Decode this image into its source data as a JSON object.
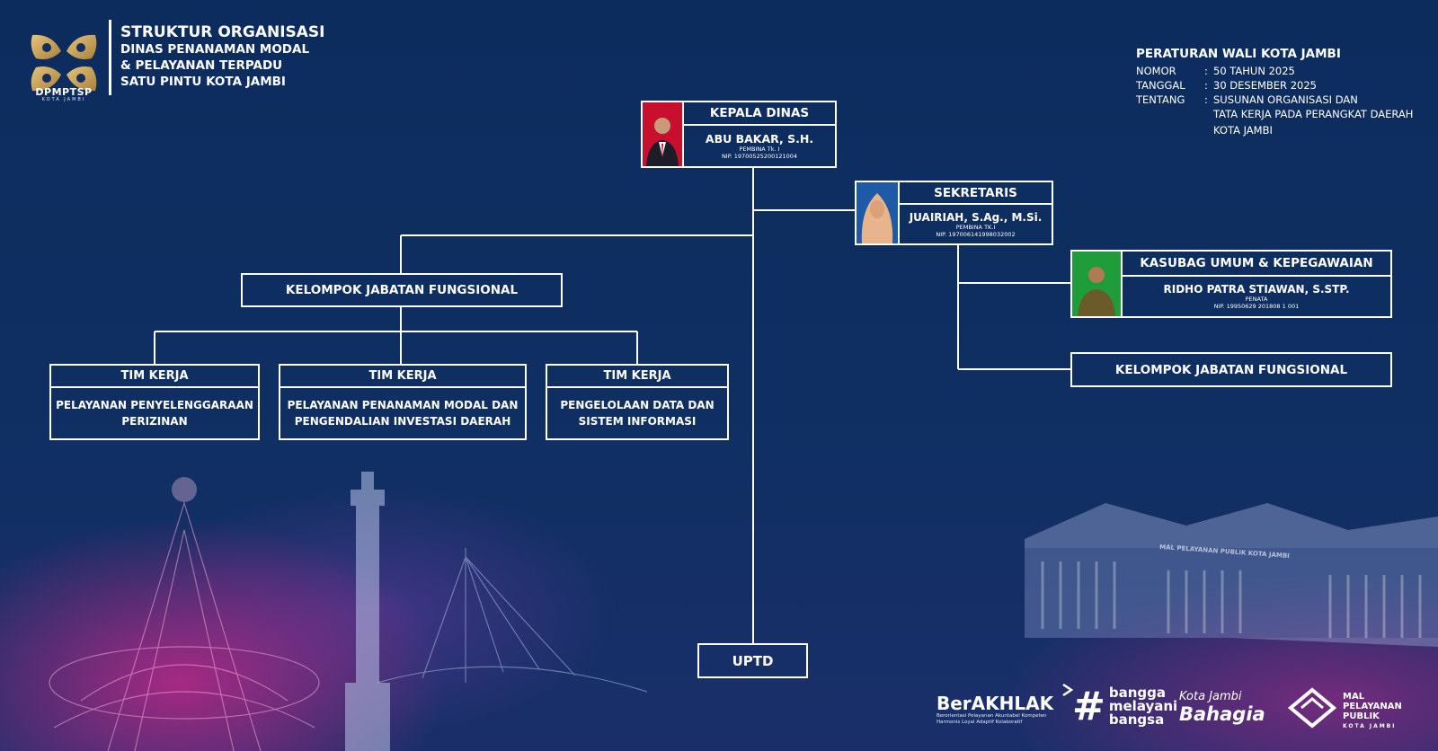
{
  "header": {
    "logo_text": "DPMPTSP",
    "logo_sub": "KOTA JAMBI",
    "title": "STRUKTUR ORGANISASI",
    "line1": "DINAS PENANAMAN MODAL",
    "line2": "& PELAYANAN TERPADU",
    "line3": "SATU PINTU KOTA JAMBI"
  },
  "regulation": {
    "title": "PERATURAN WALI KOTA JAMBI",
    "nomor_label": "NOMOR",
    "nomor": "50 TAHUN 2025",
    "tanggal_label": "TANGGAL",
    "tanggal": "30 DESEMBER 2025",
    "tentang_label": "TENTANG",
    "tentang_1": "SUSUNAN ORGANISASI DAN",
    "tentang_2": "TATA KERJA PADA PERANGKAT DAERAH",
    "tentang_3": "KOTA JAMBI",
    "separator": ":"
  },
  "kepala": {
    "title": "KEPALA DINAS",
    "name": "ABU BAKAR, S.H.",
    "rank": "PEMBINA Tk. I",
    "nip": "NIP. 19700525200121004",
    "photo_bg": "#c8102e"
  },
  "sekretaris": {
    "title": "SEKRETARIS",
    "name": "JUAIRIAH, S.Ag., M.Si.",
    "rank": "PEMBINA TK.I",
    "nip": "NIP. 197006141998032002",
    "photo_bg": "#1e5aa8"
  },
  "kasubag": {
    "title": "KASUBAG UMUM & KEPEGAWAIAN",
    "name": "RIDHO PATRA STIAWAN, S.STP.",
    "rank": "PENATA",
    "nip": "NIP. 19950629 201808 1 001",
    "photo_bg": "#1f9d3a"
  },
  "kjf_left": "KELOMPOK JABATAN FUNGSIONAL",
  "kjf_right": "KELOMPOK JABATAN FUNGSIONAL",
  "teams": [
    {
      "title": "TIM KERJA",
      "line1": "PELAYANAN PENYELENGGARAAN",
      "line2": "PERIZINAN"
    },
    {
      "title": "TIM KERJA",
      "line1": "PELAYANAN PENANAMAN MODAL DAN",
      "line2": "PENGENDALIAN INVESTASI DAERAH"
    },
    {
      "title": "TIM KERJA",
      "line1": "PENGELOLAAN DATA DAN",
      "line2": "SISTEM INFORMASI"
    }
  ],
  "uptd": "UPTD",
  "building_sign": "MAL PELAYANAN PUBLIK KOTA JAMBI",
  "footer": {
    "berakhlak": "BerAKHLAK",
    "berakhlak_sub1": "Berorientasi Pelayanan Akuntabel Kompeten",
    "berakhlak_sub2": "Harmonis Loyal Adaptif Kolaboratif",
    "bangga1": "bangga",
    "bangga2": "melayani",
    "bangga3": "bangsa",
    "kota_jambi": "Kota Jambi",
    "bahagia": "Bahagia",
    "mpp1": "MAL",
    "mpp2": "PELAYANAN",
    "mpp3": "PUBLIK",
    "mpp4": "KOTA JAMBI"
  },
  "colors": {
    "background": "#0f2f62",
    "accent_gold": "#c9a45c",
    "lines": "#ffffff"
  }
}
